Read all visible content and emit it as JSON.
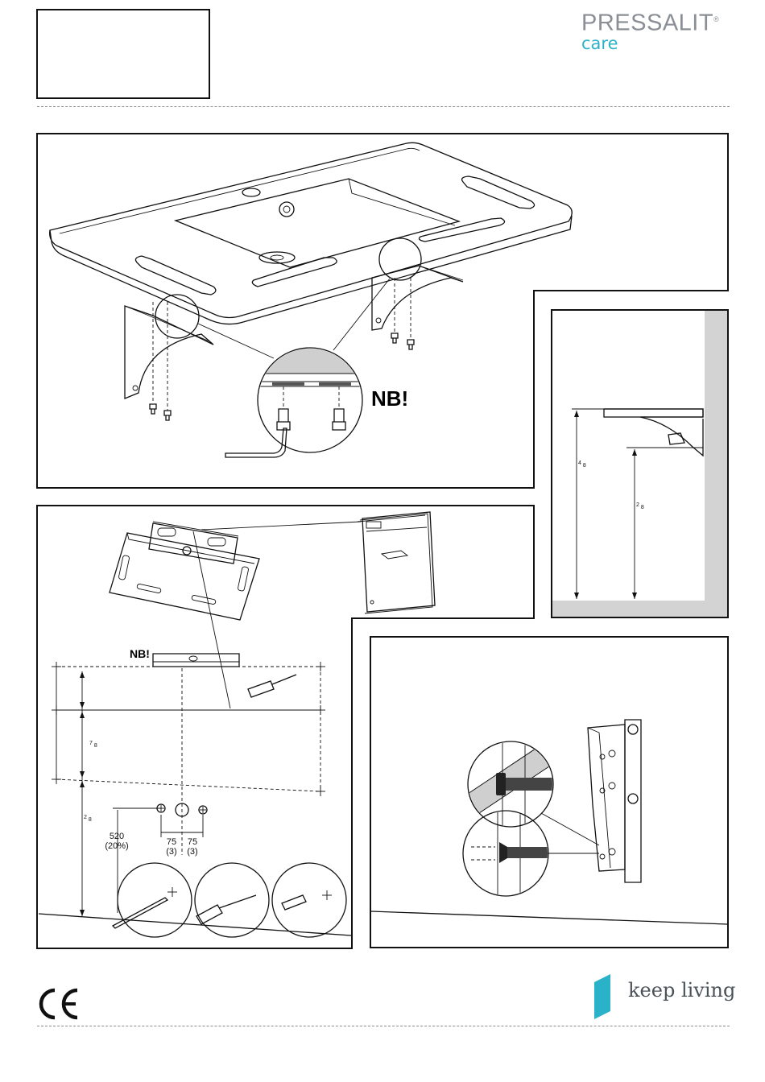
{
  "brand": {
    "name": "PRESSALIT",
    "registered_mark": "®",
    "sub": "care",
    "tagline": "keep living",
    "tagline_color": "#2ab3c8",
    "name_color": "#8a8f95"
  },
  "panel1": {
    "note": "NB!"
  },
  "panel2": {
    "height_label_a": "4",
    "height_label_a_sub": "8",
    "height_label_b": "2",
    "height_label_b_sub": "8"
  },
  "panel3": {
    "note": "NB!",
    "dim_a": "7",
    "dim_a_sub": "8",
    "dim_b": "2",
    "dim_b_sub": "8",
    "offset_value": "520",
    "offset_pct": "(20%)",
    "spacing_left": "75",
    "spacing_left_sub": "(3)",
    "spacing_right": "75",
    "spacing_right_sub": "(3)"
  },
  "footer": {
    "ce_mark": "CE"
  }
}
